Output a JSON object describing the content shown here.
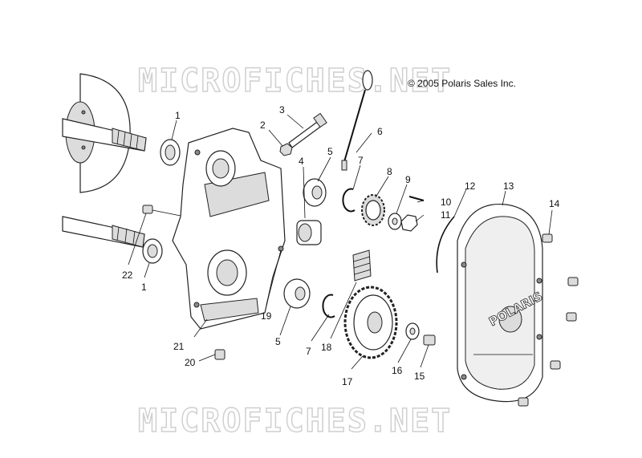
{
  "watermark": {
    "text": "MICROFICHES.NET"
  },
  "copyright": "© 2005 Polaris Sales Inc.",
  "brand_text": "POLARIS",
  "callouts": {
    "c1a": "1",
    "c1b": "1",
    "c2": "2",
    "c3": "3",
    "c4": "4",
    "c5a": "5",
    "c5b": "5",
    "c6": "6",
    "c7a": "7",
    "c7b": "7",
    "c8": "8",
    "c9": "9",
    "c10": "10",
    "c11": "11",
    "c12": "12",
    "c13": "13",
    "c14": "14",
    "c15": "15",
    "c16": "16",
    "c17": "17",
    "c18": "18",
    "c19": "19",
    "c20": "20",
    "c21": "21",
    "c22": "22"
  }
}
